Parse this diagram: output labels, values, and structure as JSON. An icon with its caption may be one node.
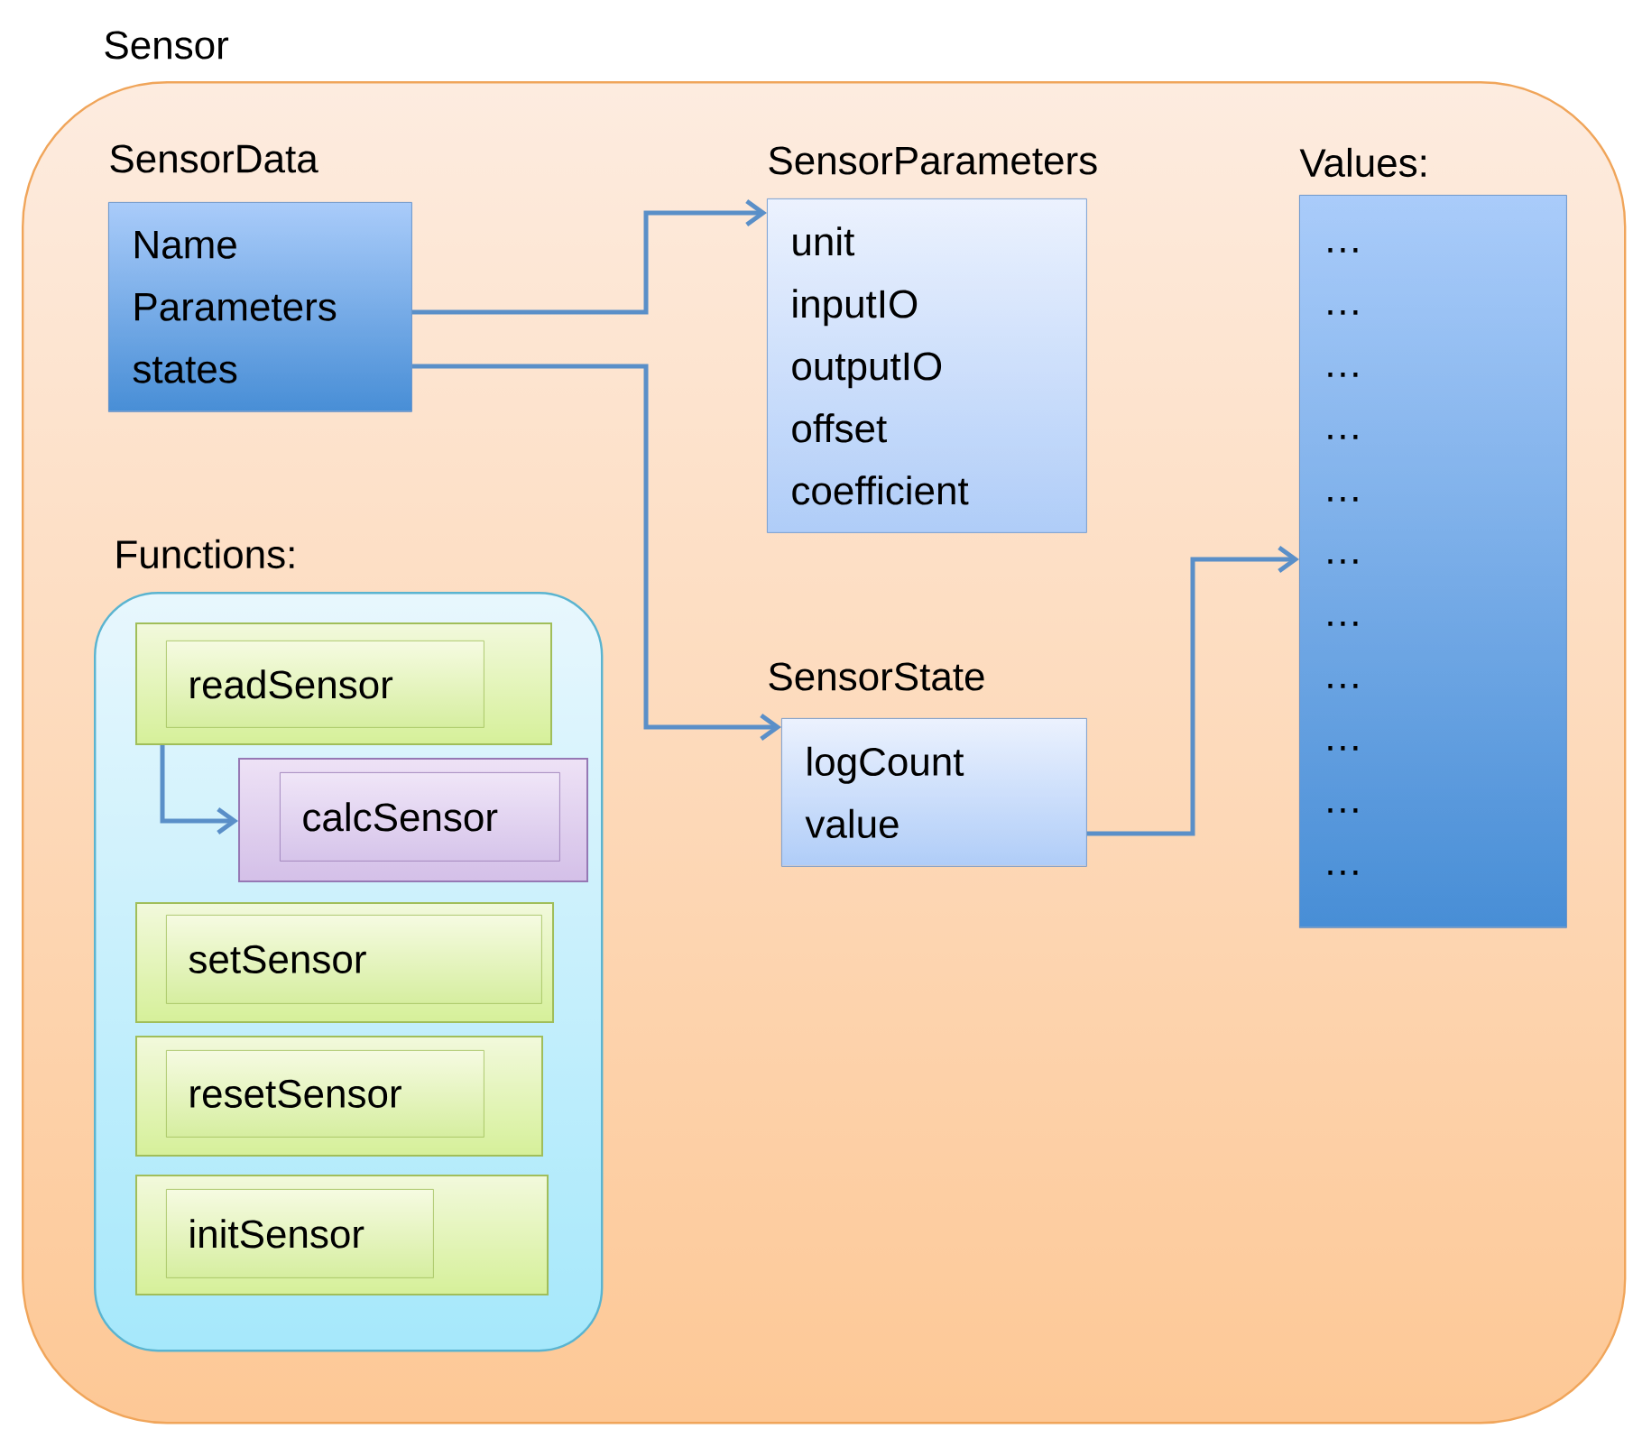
{
  "diagram": {
    "nodes": [
      {
        "text": [
          "Sensor"
        ]
      },
      {
        "text": [
          "SensorData",
          "Name",
          "Parameters",
          "states"
        ],
        "in": 0
      },
      {
        "text": [
          "SensorParameters",
          "unit",
          "inputIO",
          "outputIO",
          "offset",
          "coefficient"
        ],
        "in": 0
      },
      {
        "text": [
          "Values:",
          "…",
          "…",
          "…",
          "…",
          "…",
          "…",
          "…",
          "…",
          "…",
          "…",
          "…"
        ],
        "in": 0
      },
      {
        "text": [
          "SensorState",
          "logCount",
          "value"
        ],
        "in": 0
      },
      {
        "text": [
          "Functions:"
        ],
        "in": 0
      },
      {
        "text": [
          "readSensor"
        ],
        "in": 5
      },
      {
        "text": [
          "calcSensor"
        ],
        "in": 5
      },
      {
        "text": [
          "setSensor"
        ],
        "in": 5
      },
      {
        "text": [
          "resetSensor"
        ],
        "in": 5
      },
      {
        "text": [
          "initSensor"
        ],
        "in": 5
      }
    ],
    "edges": [
      {
        "from": 1,
        "to": 2,
        "arrow": "to"
      },
      {
        "from": 1,
        "to": 4,
        "arrow": "to"
      },
      {
        "from": 4,
        "to": 3,
        "arrow": "to"
      },
      {
        "from": 6,
        "to": 7,
        "arrow": "to"
      }
    ]
  }
}
